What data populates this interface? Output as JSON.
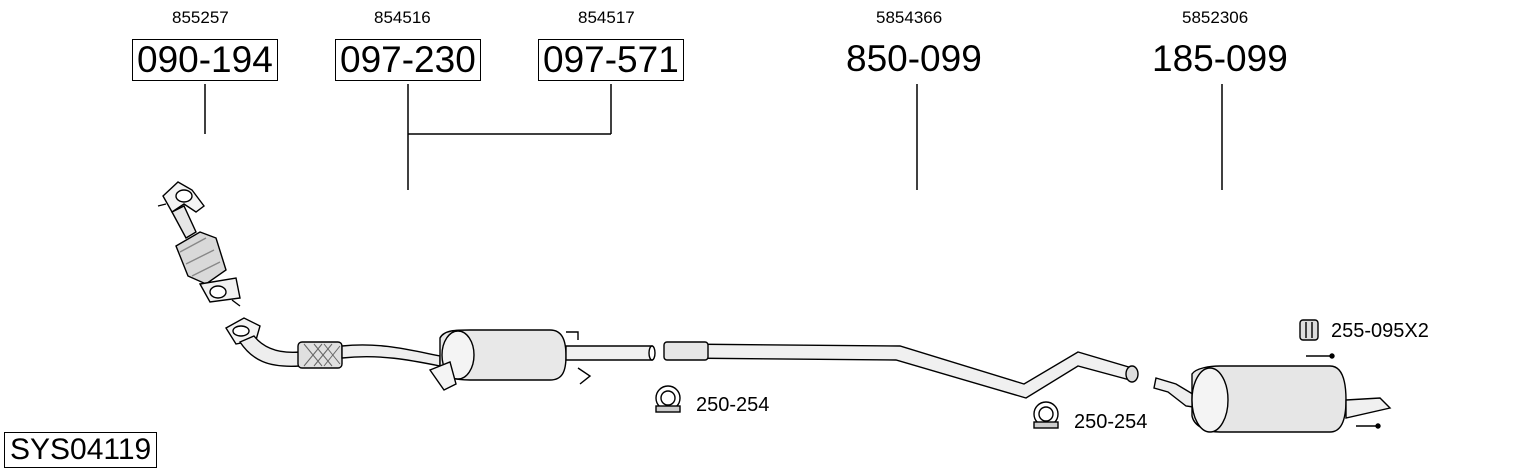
{
  "parts": [
    {
      "oe": "855257",
      "number": "090-194"
    },
    {
      "oe": "854516",
      "number": "097-230"
    },
    {
      "oe": "854517",
      "number": "097-571"
    },
    {
      "oe": "5854366",
      "number": "850-099"
    },
    {
      "oe": "5852306",
      "number": "185-099"
    }
  ],
  "accessories": {
    "clamp_1": "250-254",
    "clamp_2": "250-254",
    "rubber_mount": "255-095X2"
  },
  "system_code": "SYS04119",
  "icons": [
    "clamp-icon",
    "rubber-mount-icon"
  ]
}
